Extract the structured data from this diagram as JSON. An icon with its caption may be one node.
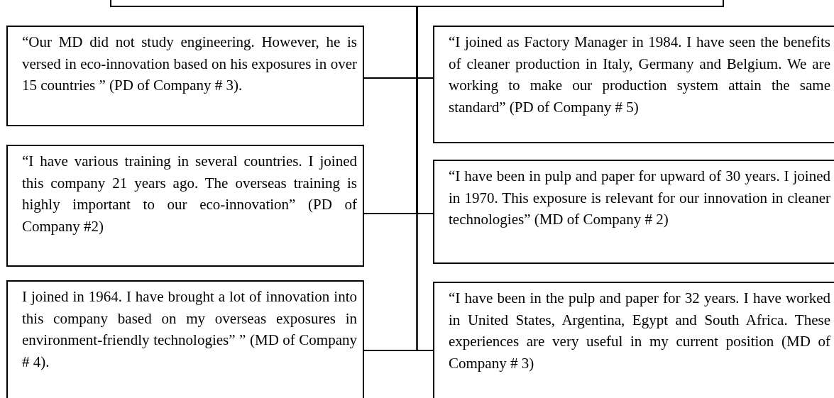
{
  "diagram": {
    "nodes": [
      {
        "text": [],
        "shape": "box"
      },
      {
        "text": [
          "“Our MD did not study engineering. However, he is versed in eco-innovation based on his exposures in over 15 countries ” (PD of Company # 3)."
        ]
      },
      {
        "text": [
          "“I joined as Factory Manager in 1984. I have seen the benefits of cleaner production in Italy, Germany and Belgium. We are working to make our production system attain the same standard” (PD of Company # 5)"
        ]
      },
      {
        "text": [
          "“I have various training in several countries. I joined this company 21 years ago. The overseas training is highly important to our eco-innovation” (PD of Company #2)"
        ]
      },
      {
        "text": [
          "“I have been in pulp and paper for upward of 30 years. I joined in 1970. This exposure is relevant for our innovation in cleaner technologies” (MD of Company # 2)"
        ]
      },
      {
        "text": [
          "I joined in 1964. I have brought a lot of innovation into this company based on my overseas exposures in environment-friendly technologies” ” (MD of Company # 4)."
        ]
      },
      {
        "text": [
          "“I have been in the pulp and paper for 32 years. I have worked in United States, Argentina, Egypt and South Africa. These experiences are very useful in my current position (MD of Company # 3)"
        ]
      }
    ],
    "edges": [
      {
        "from": 0,
        "to": 1,
        "arrow": "none"
      },
      {
        "from": 0,
        "to": 2,
        "arrow": "none"
      },
      {
        "from": 0,
        "to": 3,
        "arrow": "none"
      },
      {
        "from": 0,
        "to": 4,
        "arrow": "none"
      },
      {
        "from": 0,
        "to": 5,
        "arrow": "none"
      },
      {
        "from": 0,
        "to": 6,
        "arrow": "none"
      }
    ]
  }
}
